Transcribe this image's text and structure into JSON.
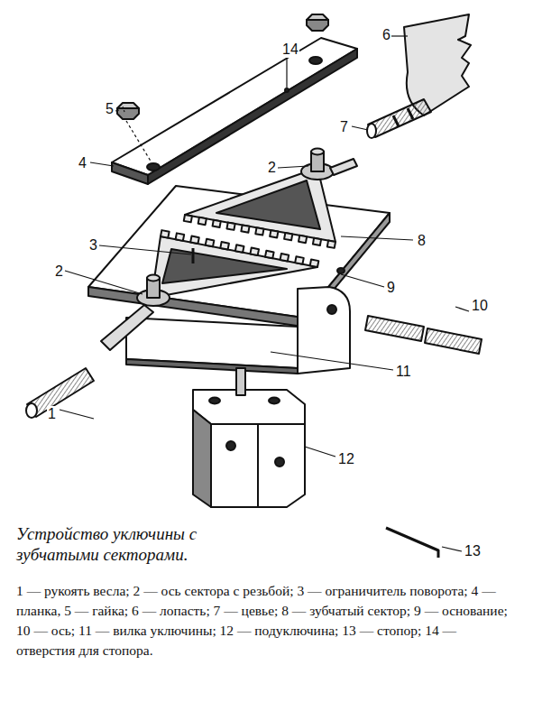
{
  "diagram": {
    "caption": "Устройство уключины с зубчатыми секторами.",
    "labels": [
      "14",
      "6",
      "5",
      "4",
      "2",
      "7",
      "8",
      "3",
      "2",
      "9",
      "10",
      "1",
      "11",
      "12",
      "13",
      "1 — рукоять весла; 2 — ось сектора с резьбой; 3 — ограничитель поворота; 4 — планка, 5 — гайка; 6 — лопасть; 7 — цевье; 8 — зубчатый сектор; 9 — основание; 10 — ось; 11 — вилка уключины; 12 — подуключина; 13 — стопор; 14 — отверстия для стопора."
    ]
  }
}
